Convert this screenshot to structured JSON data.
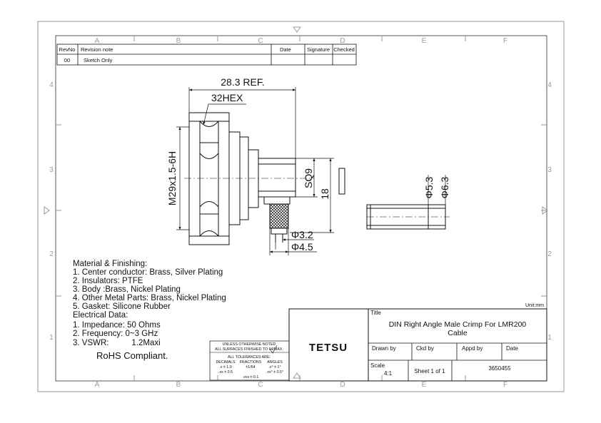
{
  "frame": {
    "columns": [
      "A",
      "B",
      "C",
      "D",
      "E",
      "F"
    ],
    "rows": [
      "4",
      "3",
      "2",
      "1"
    ]
  },
  "revision_table": {
    "headers": {
      "rev": "RevNo",
      "note": "Revision note",
      "date": "Date",
      "signature": "Signature",
      "checked": "Checked"
    },
    "row": {
      "rev": "00",
      "note": "Sketch Only"
    }
  },
  "dimensions": {
    "overall_length": "28.3 REF.",
    "hex": "32HEX",
    "thread": "M29x1.5-6H",
    "square": "SQ9",
    "height": "18",
    "dia_inner": "Φ3.2",
    "dia_outer": "Φ4.5",
    "sleeve_inner": "Φ5.3",
    "sleeve_outer": "Φ6.3"
  },
  "notes": {
    "lines": [
      "Material & Finishing:",
      "1. Center conductor: Brass, Silver Plating",
      "2. Insulators: PTFE",
      "3. Body :Brass, Nickel Plating",
      "4. Other Metal Parts: Brass, Nickel Plating",
      "5. Gasket: Silicone Rubber",
      "Electrical Data:",
      "1. Impedance: 50 Ohms",
      "2. Frequency: 0~3 GHz",
      "3. VSWR:          1.2Maxi"
    ],
    "rohs": "RoHS Compliant."
  },
  "tolerance_block": {
    "line1": "UNLESS OTHERWISE NOTED",
    "line2": "ALL SURFACES FINISHED TO 64/MAX.",
    "line3": "ALL TOLERANCES ARE:",
    "col_headers": [
      "DECIMALS",
      "FRACTIONS",
      "ANGLES"
    ],
    "r1": [
      ".x ± 1.0",
      "±1/64",
      ".x° ± 1°"
    ],
    "r2": [
      ".xx ± 0.5",
      "",
      ".xx° ± 0.5°"
    ],
    "r3": ".xxx ± 0.1"
  },
  "title_block": {
    "unit": "Unit:mm",
    "title_label": "Title",
    "title_line1": "DIN Right Angle Male Crimp For LMR200",
    "title_line2": "Cable",
    "logo": "TETSU",
    "drawn_by": "Drawn by",
    "ckd_by": "Ckd by",
    "appd_by": "Appd by",
    "date": "Date",
    "scale_label": "Scale",
    "scale_value": "4:1",
    "sheet": "Sheet 1 of 1",
    "part_number": "3650455"
  },
  "colors": {
    "line": "#111111",
    "frame_grey": "#9a9a9a"
  }
}
